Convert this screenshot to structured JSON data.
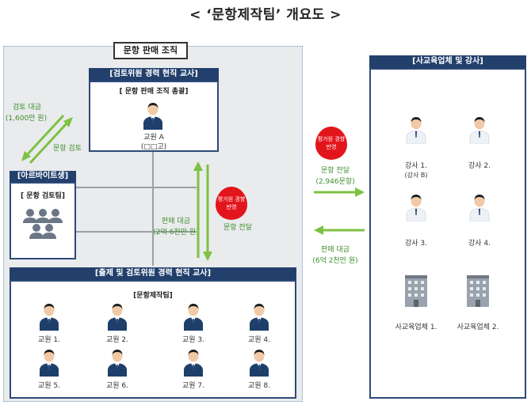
{
  "title": "< ‘문항제작팀’ 개요도 >",
  "org": {
    "title": "문항 판매 조직",
    "reviewer_header": "[검토위원 경력 현직 교사]",
    "chief_box_title": "[ 문항 판매 조직 총괄]",
    "teacher_a": "교원 A",
    "teacher_a_sub": "(□□고)",
    "parttime_header": "[아르바이트생]",
    "review_team": "[ 문항 검토팀]",
    "review_fee": "검토 대금",
    "review_fee_amount": "(1,600만 원)",
    "review_label": "문항 검토",
    "sales_fee": "판매 대금",
    "sales_fee_amount": "(2억 6천만 원)",
    "badge_left": "평가원 경향 반영",
    "deliver_label": "문항 전달",
    "maker_header": "[출제 및 검토위원 경력 현직 교사]",
    "maker_team": "[문항제작팀]",
    "teachers": [
      "교원 1.",
      "교원 2.",
      "교원 3.",
      "교원 4.",
      "교원 5.",
      "교원 6.",
      "교원 7.",
      "교원 8."
    ]
  },
  "middle": {
    "badge": "평가원 경향 반영",
    "deliver": "문항 전달",
    "deliver_amount": "(2,946문항)",
    "sales": "판매 대금",
    "sales_amount": "(6억 2천만 원)"
  },
  "right": {
    "header": "[사교육업체 및 강사]",
    "instructors": [
      {
        "name": "강사 1.",
        "sub": "(강사 B)"
      },
      {
        "name": "강사 2.",
        "sub": ""
      },
      {
        "name": "강사 3.",
        "sub": ""
      },
      {
        "name": "강사 4.",
        "sub": ""
      }
    ],
    "companies": [
      "사교육업체 1.",
      "사교육업체 2."
    ]
  },
  "colors": {
    "navy": "#23406d",
    "green": "#7dc242",
    "red": "#e3151c"
  }
}
